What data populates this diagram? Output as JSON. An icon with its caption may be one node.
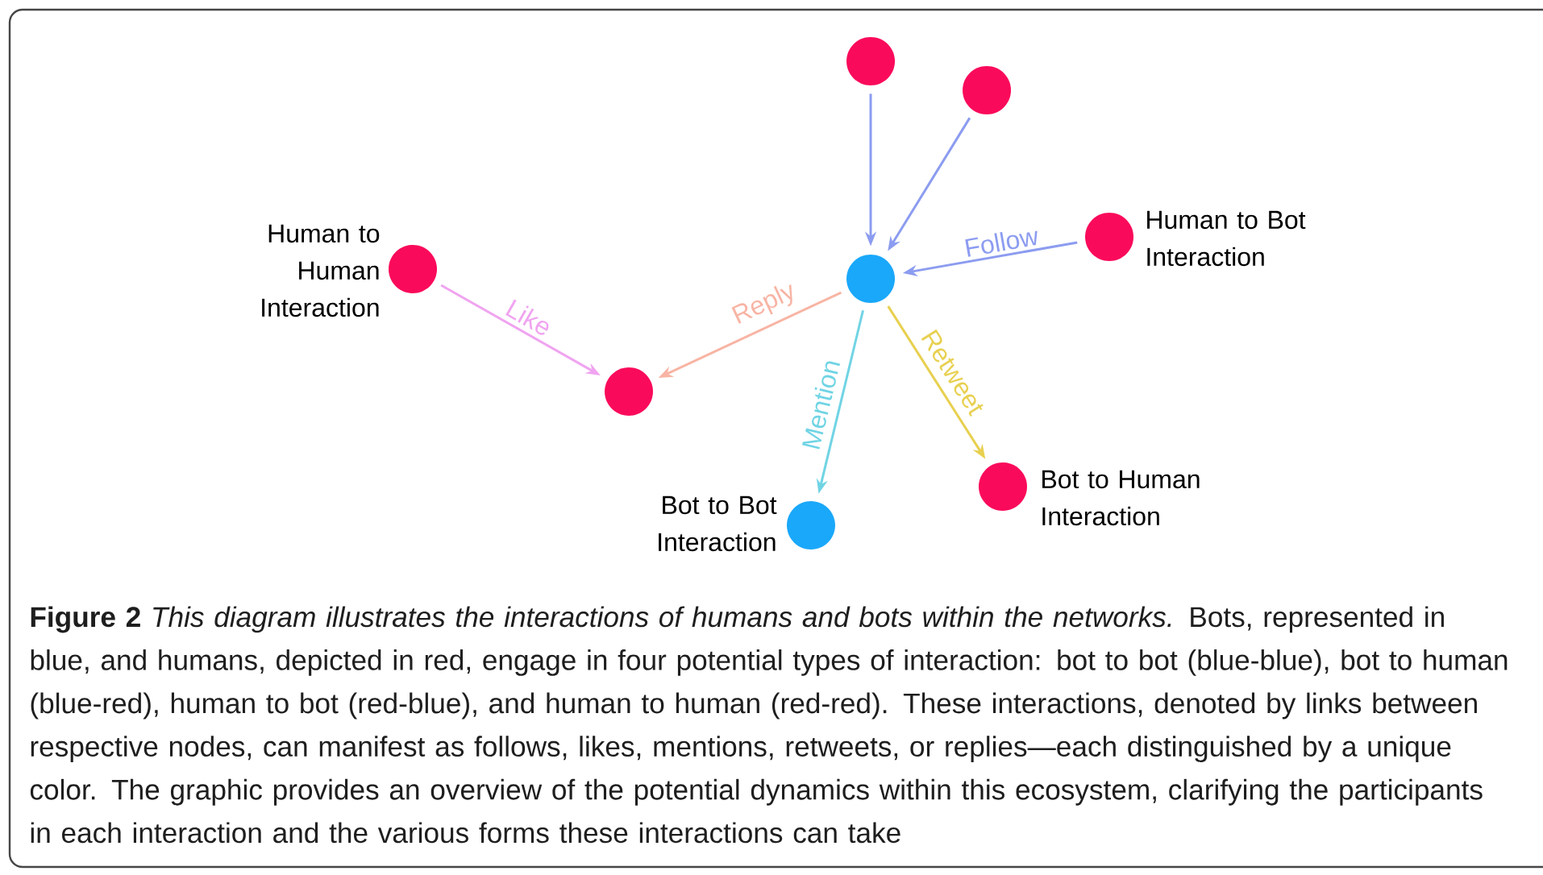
{
  "diagram": {
    "caption": "**Figure 2** *This diagram illustrates the interactions of humans and bots within the networks.* Bots, represented in blue, and humans, depicted in red, engage in four potential types of interaction: bot to bot (blue-blue), bot to human (blue-red), human to bot (red-blue), and human to human (red-red). These interactions, denoted by links between respective nodes, can manifest as follows, likes, mentions, retweets, or replies—each distinguished by a unique color. The graphic provides an overview of the potential dynamics within this ecosystem, clarifying the participants in each interaction and the various forms these interactions can take",
    "nodes": [
      {
        "text": [],
        "shape": "circle"
      },
      {
        "text": [],
        "shape": "circle"
      },
      {
        "text": [],
        "shape": "circle",
        "beside": [
          "Human to Human Interaction"
        ]
      },
      {
        "text": [],
        "shape": "circle",
        "beside": [
          "Human to Bot Interaction"
        ]
      },
      {
        "text": [],
        "shape": "circle"
      },
      {
        "text": [],
        "shape": "circle"
      },
      {
        "text": [],
        "shape": "circle",
        "beside": [
          "Bot to Human Interaction"
        ]
      },
      {
        "text": [],
        "shape": "circle",
        "beside": [
          "Bot to Bot Interaction"
        ]
      }
    ],
    "edges": [
      {
        "from": 0,
        "to": 4,
        "arrow": "to"
      },
      {
        "from": 1,
        "to": 4,
        "arrow": "to"
      },
      {
        "from": 3,
        "to": 4,
        "arrow": "to",
        "label": "Follow"
      },
      {
        "from": 2,
        "to": 5,
        "arrow": "to",
        "label": "Like",
        "color": "#f0a4f0"
      },
      {
        "from": 4,
        "to": 5,
        "arrow": "to",
        "label": "Reply",
        "color": "#f8b4a4"
      },
      {
        "from": 4,
        "to": 7,
        "arrow": "to",
        "label": "Mention",
        "color": "#70d4e4"
      },
      {
        "from": 4,
        "to": 6,
        "arrow": "to",
        "label": "Retweet",
        "color": "#e8d050"
      }
    ]
  }
}
